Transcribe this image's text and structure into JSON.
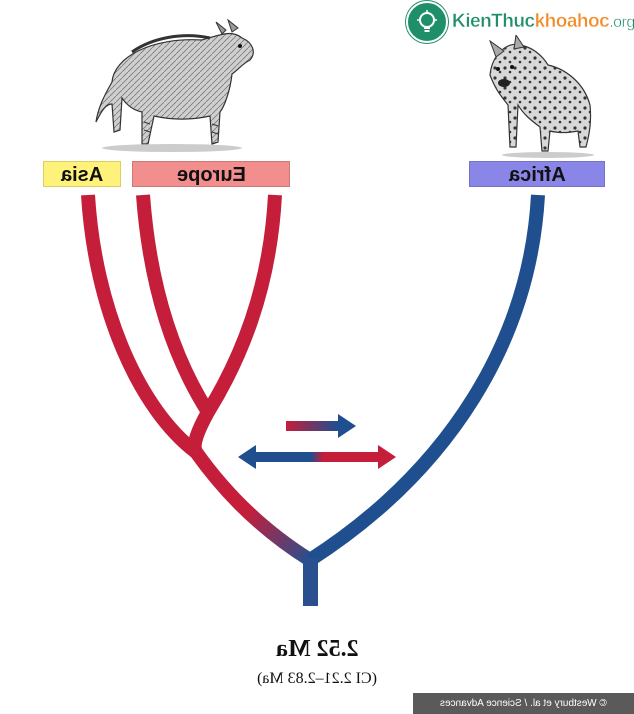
{
  "watermark": {
    "brand_main": "KienThuc",
    "brand_accent": "khoahoc",
    "brand_tld": ".org"
  },
  "regions": {
    "asia": {
      "label": "Asia",
      "color": "#fff27a"
    },
    "europe": {
      "label": "Europe",
      "color": "#f28e8e"
    },
    "africa": {
      "label": "Africa",
      "color": "#8a86e8"
    }
  },
  "divergence": {
    "date": "2.52 Ma",
    "interval": "(CI 2.21–2.83 Ma)"
  },
  "credit": "© Westbury et al. / Science Advances",
  "colors": {
    "eurasian_lineage": "#c41e3a",
    "african_lineage": "#1f4f8f"
  },
  "icons": {
    "left_animal": "striped-hyena-illustration",
    "right_animal": "spotted-hyena-illustration",
    "gene_flow": "arrow-icon"
  }
}
